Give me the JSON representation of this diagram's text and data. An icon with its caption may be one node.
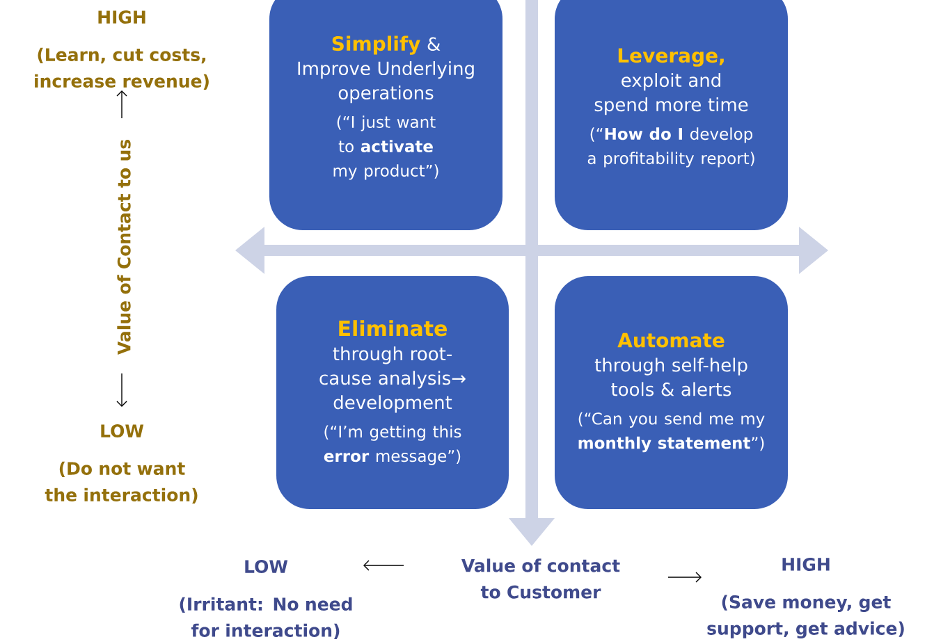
{
  "diagram": {
    "nodes": [
      {
        "text": [
          "Simplify",
          "& Improve Underlying operations",
          "(“I just want to **activate** my product”)"
        ]
      },
      {
        "text": [
          "Leverage,",
          "exploit and spend more time",
          "(“**How do I** develop a profitability report)"
        ]
      },
      {
        "text": [
          "Eliminate",
          "through root-cause analysis→ development",
          "(“I’m getting this **error** message”)"
        ]
      },
      {
        "text": [
          "Automate",
          "through self-help tools & alerts",
          "(“Can you send me my **monthly statement**”)"
        ]
      },
      {
        "text": [
          "HIGH",
          "(Learn, cut costs, increase revenue)"
        ]
      },
      {
        "text": [
          "Value of Contact to us"
        ]
      },
      {
        "text": [
          "LOW",
          "(Do not want the interaction)"
        ]
      },
      {
        "text": [
          "LOW",
          "(Irritant: No need for interaction)"
        ]
      },
      {
        "text": [
          "Value of contact to Customer"
        ]
      },
      {
        "text": [
          "HIGH",
          "(Save money, get support, get advice)"
        ]
      }
    ]
  }
}
